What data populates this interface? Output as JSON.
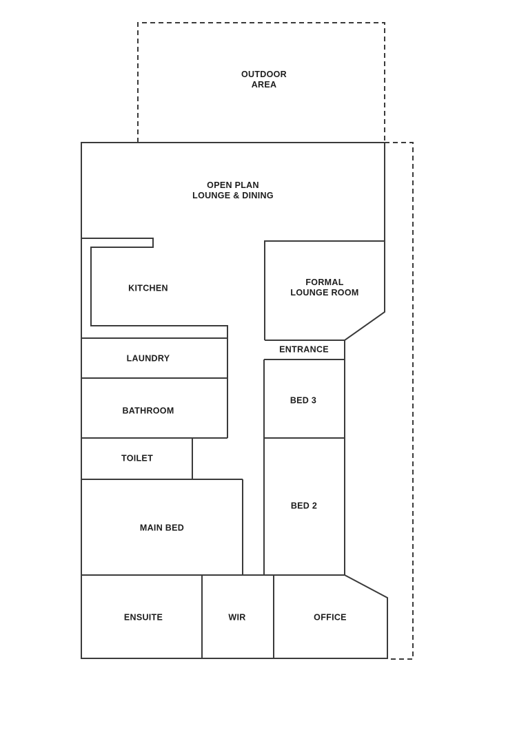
{
  "document": {
    "type": "floor-plan",
    "background": "#ffffff"
  },
  "colors": {
    "wall": "#3a3a3a",
    "boundary_dashed": "#3a3a3a",
    "text": "#1c1c1c"
  },
  "rooms": [
    {
      "id": "outdoor-area",
      "label": "OUTDOOR\nAREA"
    },
    {
      "id": "open-plan",
      "label": "OPEN PLAN\nLOUNGE & DINING"
    },
    {
      "id": "kitchen",
      "label": "KITCHEN"
    },
    {
      "id": "formal-lounge",
      "label": "FORMAL\nLOUNGE ROOM"
    },
    {
      "id": "entrance",
      "label": "ENTRANCE"
    },
    {
      "id": "laundry",
      "label": "LAUNDRY"
    },
    {
      "id": "bed-3",
      "label": "BED 3"
    },
    {
      "id": "bathroom",
      "label": "BATHROOM"
    },
    {
      "id": "toilet",
      "label": "TOILET"
    },
    {
      "id": "bed-2",
      "label": "BED 2"
    },
    {
      "id": "main-bed",
      "label": "MAIN BED"
    },
    {
      "id": "ensuite",
      "label": "ENSUITE"
    },
    {
      "id": "wir",
      "label": "WIR"
    },
    {
      "id": "office",
      "label": "OFFICE"
    }
  ]
}
